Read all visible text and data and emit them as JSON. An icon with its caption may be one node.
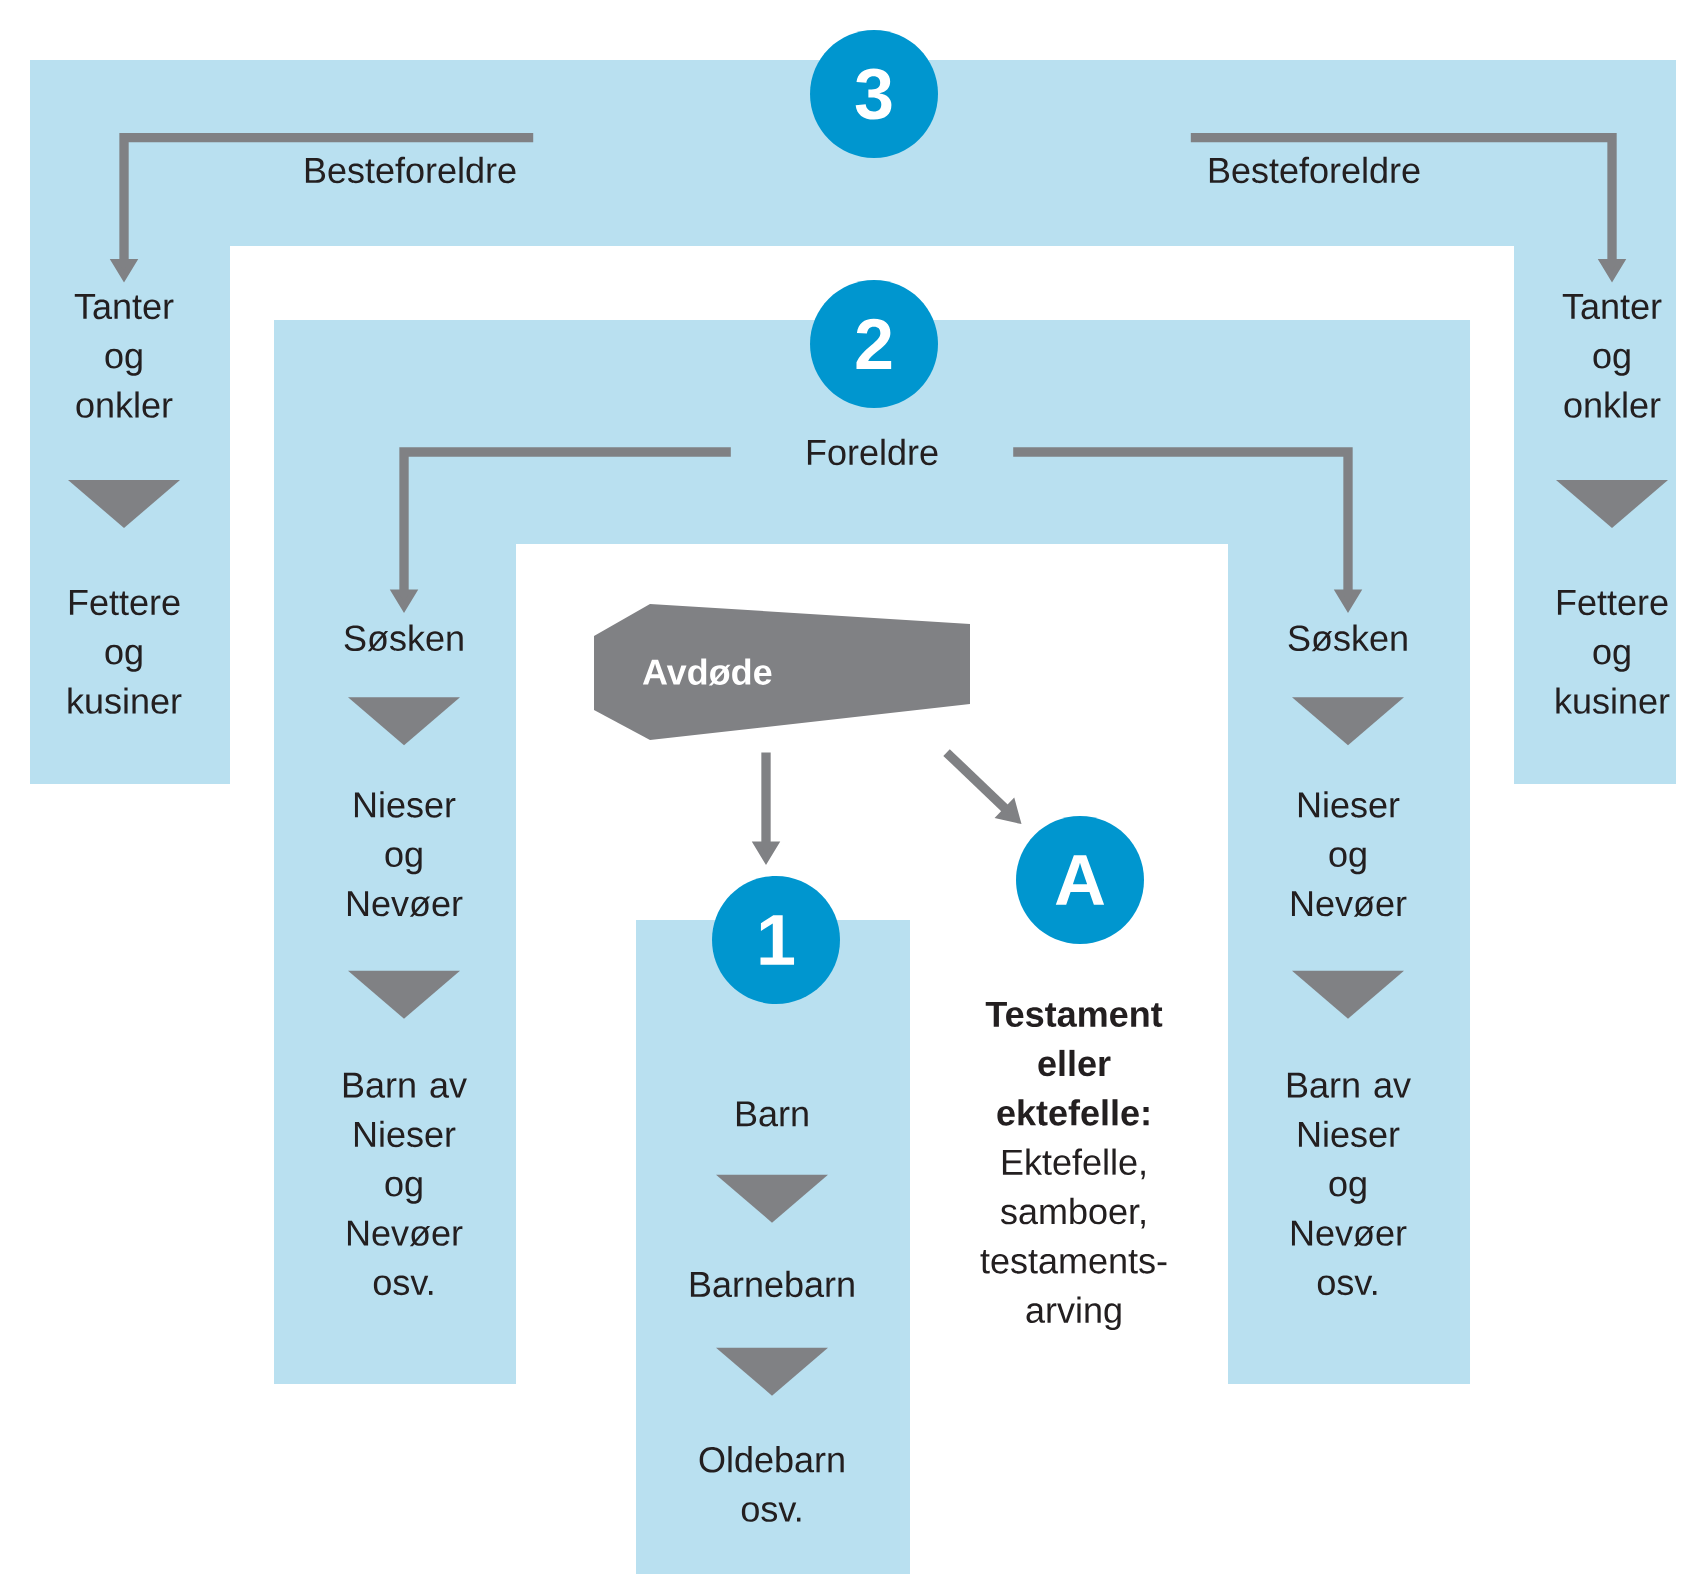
{
  "diagram": {
    "nodes": [
      {
        "text": [],
        "shape": "band"
      },
      {
        "text": [
          "3"
        ],
        "in": 0
      },
      {
        "text": [
          "Besteforeldre"
        ],
        "in": 0
      },
      {
        "text": [
          "Besteforeldre"
        ],
        "in": 0
      },
      {
        "text": [
          "Tanter og onkler"
        ],
        "in": 0
      },
      {
        "text": [
          "Fettere og kusiner"
        ],
        "in": 0
      },
      {
        "text": [
          "Tanter og onkler"
        ],
        "in": 0
      },
      {
        "text": [
          "Fettere og kusiner"
        ],
        "in": 0
      },
      {
        "text": [],
        "shape": "band"
      },
      {
        "text": [
          "2"
        ],
        "in": 8
      },
      {
        "text": [
          "Foreldre"
        ],
        "in": 8
      },
      {
        "text": [
          "Søsken"
        ],
        "in": 8
      },
      {
        "text": [
          "Nieser og Nevøer"
        ],
        "in": 8
      },
      {
        "text": [
          "Barn av Nieser og Nevøer osv."
        ],
        "in": 8
      },
      {
        "text": [
          "Søsken"
        ],
        "in": 8
      },
      {
        "text": [
          "Nieser og Nevøer"
        ],
        "in": 8
      },
      {
        "text": [
          "Barn av Nieser og Nevøer osv."
        ],
        "in": 8
      },
      {
        "text": [
          "Avdøde"
        ]
      },
      {
        "text": [],
        "shape": "band"
      },
      {
        "text": [
          "1"
        ]
      },
      {
        "text": [
          "Barn"
        ],
        "in": 18
      },
      {
        "text": [
          "Barnebarn"
        ],
        "in": 18
      },
      {
        "text": [
          "Oldebarn osv."
        ],
        "in": 18
      },
      {
        "text": [
          "A"
        ]
      }
    ],
    "edges": [
      {
        "from": 2,
        "to": 4,
        "arrow": "to"
      },
      {
        "from": 3,
        "to": 6,
        "arrow": "to"
      },
      {
        "from": 4,
        "to": 5,
        "arrow": "to"
      },
      {
        "from": 6,
        "to": 7,
        "arrow": "to"
      },
      {
        "from": 10,
        "to": 11,
        "arrow": "to"
      },
      {
        "from": 10,
        "to": 14,
        "arrow": "to"
      },
      {
        "from": 11,
        "to": 12,
        "arrow": "to"
      },
      {
        "from": 12,
        "to": 13,
        "arrow": "to"
      },
      {
        "from": 14,
        "to": 15,
        "arrow": "to"
      },
      {
        "from": 15,
        "to": 16,
        "arrow": "to"
      },
      {
        "from": 17,
        "to": 19,
        "arrow": "to"
      },
      {
        "from": 17,
        "to": 23,
        "arrow": "to"
      },
      {
        "from": 20,
        "to": 21,
        "arrow": "to"
      },
      {
        "from": 21,
        "to": 22,
        "arrow": "to"
      }
    ],
    "labels": [
      "**Testament eller ektefelle:** Ektefelle, samboer, testaments-arving"
    ]
  }
}
